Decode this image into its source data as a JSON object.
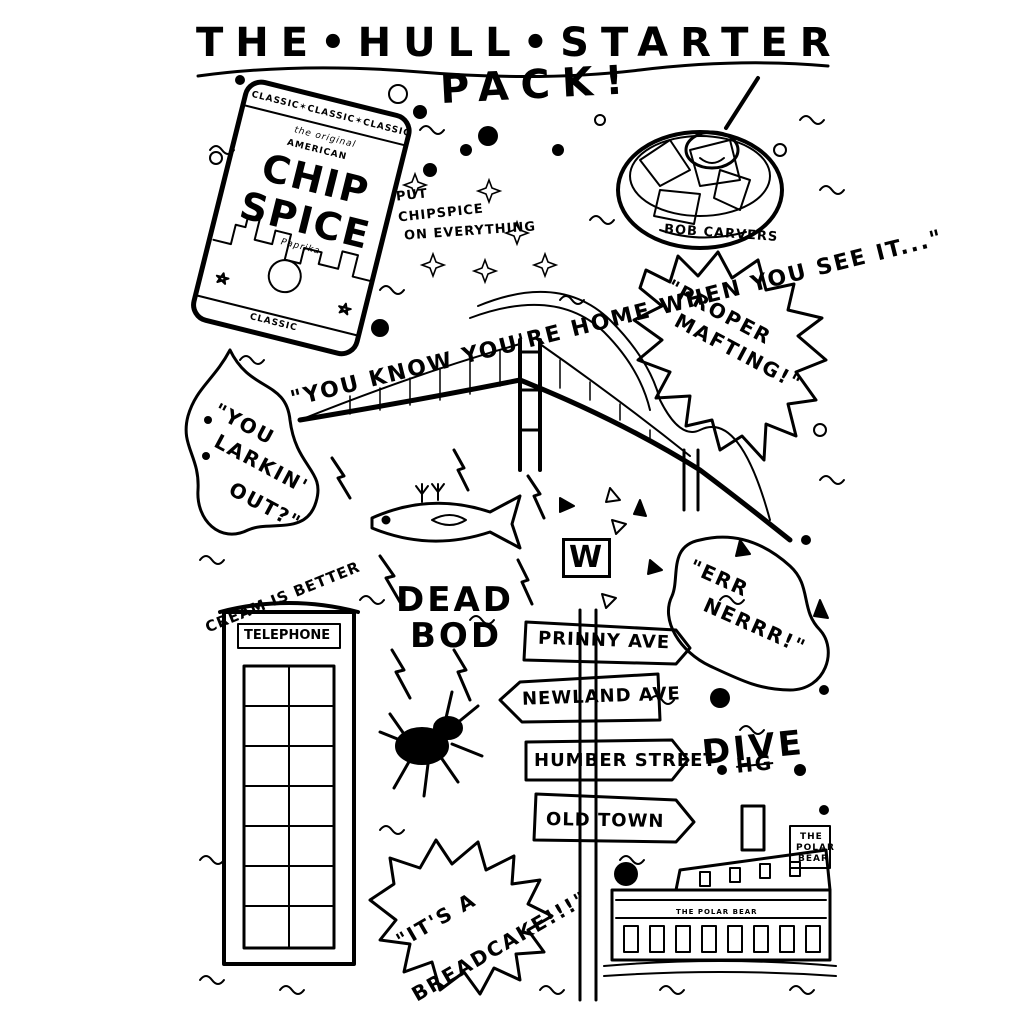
{
  "title_line1": "THE•HULL•STARTER",
  "title_line2": "PACK!",
  "chip_spice": {
    "band": "CLASSIC✶CLASSIC✶CLASSIC",
    "script": "the original",
    "maker": "AMERICAN",
    "line1": "CHIP",
    "line2": "SPICE",
    "sub": "Paprika",
    "base": "CLASSIC"
  },
  "chipspice_caption": [
    "PUT",
    "CHIPSPICE",
    "ON EVERYTHING"
  ],
  "bob_carvers": "BOB CARVERS",
  "proper_mafting": [
    "\"PROPER",
    "MAFTING!\""
  ],
  "bridge_caption": "\"YOU KNOW YOU'RE HOME WHEN YOU SEE IT...\"",
  "larkin": [
    "\"YOU",
    "LARKIN'",
    "OUT?\""
  ],
  "err_nerrr": [
    "\"ERR",
    "NERRR!\""
  ],
  "cream": "CREAM IS BETTER",
  "telephone": "TELEPHONE",
  "dead_bod": [
    "DEAD",
    "BOD"
  ],
  "w_logo": "W",
  "signs": [
    "PRINNY AVE",
    "NEWLAND AVE",
    "HUMBER STREET",
    "OLD TOWN"
  ],
  "dive": "DIVE",
  "dive_strike": "HG",
  "breadcake": [
    "\"IT'S A",
    "BREADCAKE!!!\""
  ],
  "polar_bear_sign": [
    "THE",
    "POLAR",
    "BEAR"
  ],
  "polar_bear_fascia": "THE POLAR BEAR"
}
